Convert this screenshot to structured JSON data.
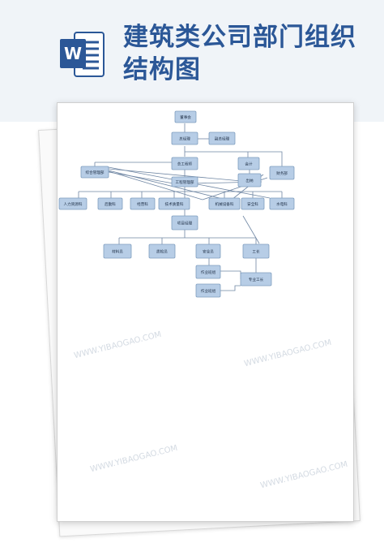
{
  "document": {
    "title": "建筑类公司部门组织结构图",
    "app_icon": "word-icon",
    "app_letter": "W",
    "brand_color": "#2b5797",
    "watermark_text": "WWW.YIBAOGAO.COM"
  },
  "org_chart": {
    "box_color": "#b7cde6",
    "line_color": "#6f86a3",
    "nodes": [
      {
        "id": "board",
        "label": "董事会"
      },
      {
        "id": "gm",
        "label": "总经理"
      },
      {
        "id": "deputy",
        "label": "副总经理"
      },
      {
        "id": "chief_eng",
        "label": "总工程师"
      },
      {
        "id": "acct",
        "label": "会计"
      },
      {
        "id": "admin",
        "label": "综合管理部"
      },
      {
        "id": "cashier",
        "label": "出纳"
      },
      {
        "id": "finance",
        "label": "财务部"
      },
      {
        "id": "eng_mgmt",
        "label": "工程管理部"
      },
      {
        "id": "hr",
        "label": "人力资源科"
      },
      {
        "id": "office",
        "label": "后勤科"
      },
      {
        "id": "budget",
        "label": "经营科"
      },
      {
        "id": "tech",
        "label": "技术质量科"
      },
      {
        "id": "machine",
        "label": "机械设备科"
      },
      {
        "id": "safety_dept",
        "label": "安全科"
      },
      {
        "id": "water",
        "label": "水电科"
      },
      {
        "id": "pm",
        "label": "项目经理"
      },
      {
        "id": "material",
        "label": "材料员"
      },
      {
        "id": "quality",
        "label": "质检员"
      },
      {
        "id": "safety",
        "label": "安全员"
      },
      {
        "id": "foreman",
        "label": "工长"
      },
      {
        "id": "team_a",
        "label": "作业班组"
      },
      {
        "id": "worker",
        "label": "专业工长"
      },
      {
        "id": "team_b",
        "label": "作业班组"
      }
    ]
  }
}
